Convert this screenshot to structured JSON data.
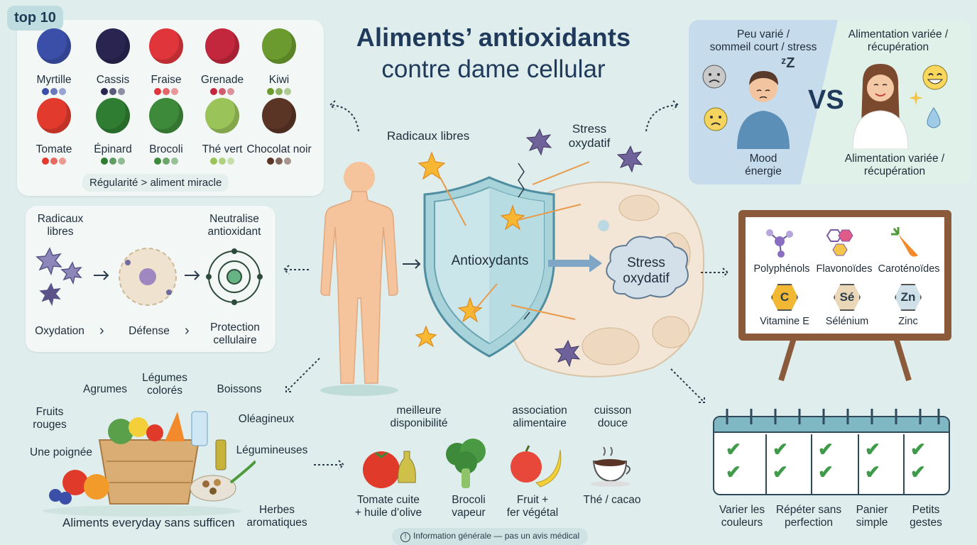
{
  "top_badge": "top 10",
  "title": {
    "line1": "Aliments’ antioxidants",
    "line2": "contre dame cellular"
  },
  "top10": {
    "items": [
      {
        "name": "Myrtille",
        "icon": "blueberry-icon",
        "color": "#3b4fa8"
      },
      {
        "name": "Cassis",
        "icon": "blackcurrant-icon",
        "color": "#2a2550"
      },
      {
        "name": "Fraise",
        "icon": "strawberry-icon",
        "color": "#e0353a"
      },
      {
        "name": "Grenade",
        "icon": "pomegranate-icon",
        "color": "#c3273d"
      },
      {
        "name": "Kiwi",
        "icon": "kiwi-icon",
        "color": "#6b9a2e"
      },
      {
        "name": "Tomate",
        "icon": "tomato-icon",
        "color": "#e23b2d"
      },
      {
        "name": "Épinard",
        "icon": "spinach-icon",
        "color": "#2f7d32"
      },
      {
        "name": "Brocoli",
        "icon": "broccoli-icon",
        "color": "#3d8a3a"
      },
      {
        "name": "Thé vert",
        "icon": "green-tea-icon",
        "color": "#9ac35a"
      },
      {
        "name": "Chocolat noir",
        "icon": "dark-chocolate-icon",
        "color": "#5a3424"
      }
    ],
    "footer": "Régularité > aliment miracle"
  },
  "process": {
    "left_heading": "Radicaux\nlibres",
    "right_heading": "Neutralise\nantioxidant",
    "steps": [
      "Oxydation",
      "Défense",
      "Protection\ncellulaire"
    ]
  },
  "center": {
    "radicaux_label": "Radicaux libres",
    "stress_top_label": "Stress\noxydatif",
    "shield_label": "Antioxydants",
    "cloud_label": "Stress\noxydatif"
  },
  "compare": {
    "left_top": "Peu varié /\nsommeil court / stress",
    "right_top": "Alimentation variée /\nrécupération",
    "vs": "VS",
    "left_bottom": "Mood\nénergie",
    "right_bottom": "Alimentation variée /\nrécupération",
    "zzz": "ᶻZ"
  },
  "board": {
    "row1": [
      "Polyphénols",
      "Flavonoïdes",
      "Caroténoïdes"
    ],
    "row2": [
      {
        "symbol": "C",
        "label": "Vitamine E",
        "color": "#f2b733"
      },
      {
        "symbol": "Sé",
        "label": "Sélénium",
        "color": "#e9d7b8"
      },
      {
        "symbol": "Zn",
        "label": "Zinc",
        "color": "#cfe0e8"
      }
    ]
  },
  "basket": {
    "labels": {
      "agrumes": "Agrumes",
      "legumes": "Légumes\ncolorés",
      "boissons": "Boissons",
      "fruits_rouges": "Fruits\nrouges",
      "oleagineux": "Oléagineux",
      "poignee": "Une poignée",
      "legumineuses": "Légumineuses",
      "herbes": "Herbes\naromatiques"
    },
    "caption": "Aliments everyday sans sufficen"
  },
  "tips": {
    "top": [
      "meilleure\ndisponibilité",
      "association\nalimentaire",
      "cuisson\ndouce"
    ],
    "bottom": [
      "Tomate cuite\n+ huile d’olive",
      "Brocoli\nvapeur",
      "Fruit +\nfer végétal",
      "Thé / cacao"
    ]
  },
  "calendar": {
    "labels": [
      "Varier les\ncouleurs",
      "Répéter sans\nperfection",
      "Panier\nsimple",
      "Petits\ngestes"
    ]
  },
  "footer": {
    "info_icon": "info-icon",
    "text": "Information générale — pas un avis médical"
  }
}
